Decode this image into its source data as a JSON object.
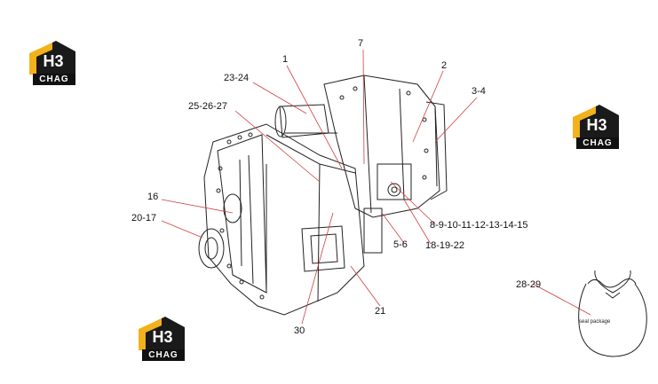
{
  "brand": {
    "logo_top": "H3",
    "logo_word": "CHAG",
    "colors": {
      "gold": "#f2b21a",
      "dark": "#1a1a1a"
    }
  },
  "seal": {
    "text": "seal package"
  },
  "callouts": {
    "c1": "1",
    "c7": "7",
    "c2": "2",
    "c34": "3-4",
    "c2324": "23-24",
    "c252627": "25-26-27",
    "c16": "16",
    "c2017": "20-17",
    "c8to15": "8-9-10-11-12-13-14-15",
    "c56": "5-6",
    "c181922": "18-19-22",
    "c2829": "28-29",
    "c21": "21",
    "c30": "30"
  }
}
